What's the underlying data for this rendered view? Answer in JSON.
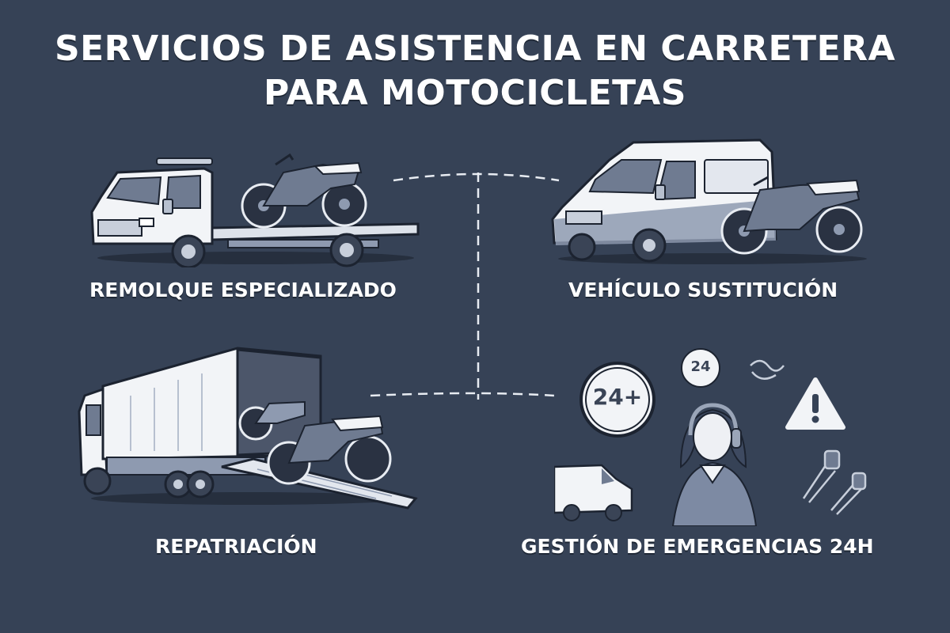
{
  "title": {
    "line1": "SERVICIOS DE ASISTENCIA EN CARRETERA",
    "line2": "PARA MOTOCICLETAS"
  },
  "colors": {
    "background": "#364256",
    "text": "#ffffff",
    "vehicle_fill": "#f2f4f7",
    "vehicle_shade": "#8e9ab0",
    "outline": "#1c2330"
  },
  "services": [
    {
      "label": "REMOLQUE ESPECIALIZADO",
      "icon": "flatbed-tow-truck-with-motorcycle"
    },
    {
      "label": "VEHÍCULO SUSTITUCIÓN",
      "icon": "van-with-motorcycle"
    },
    {
      "label": "REPATRIACIÓN",
      "icon": "box-truck-with-ramp-and-motorcycles"
    },
    {
      "label": "GESTIÓN DE EMERGENCIAS 24H",
      "icon": "call-center-operator"
    }
  ],
  "emergency_badges": {
    "clock_badge": "24+",
    "bubble_badge": "24"
  }
}
